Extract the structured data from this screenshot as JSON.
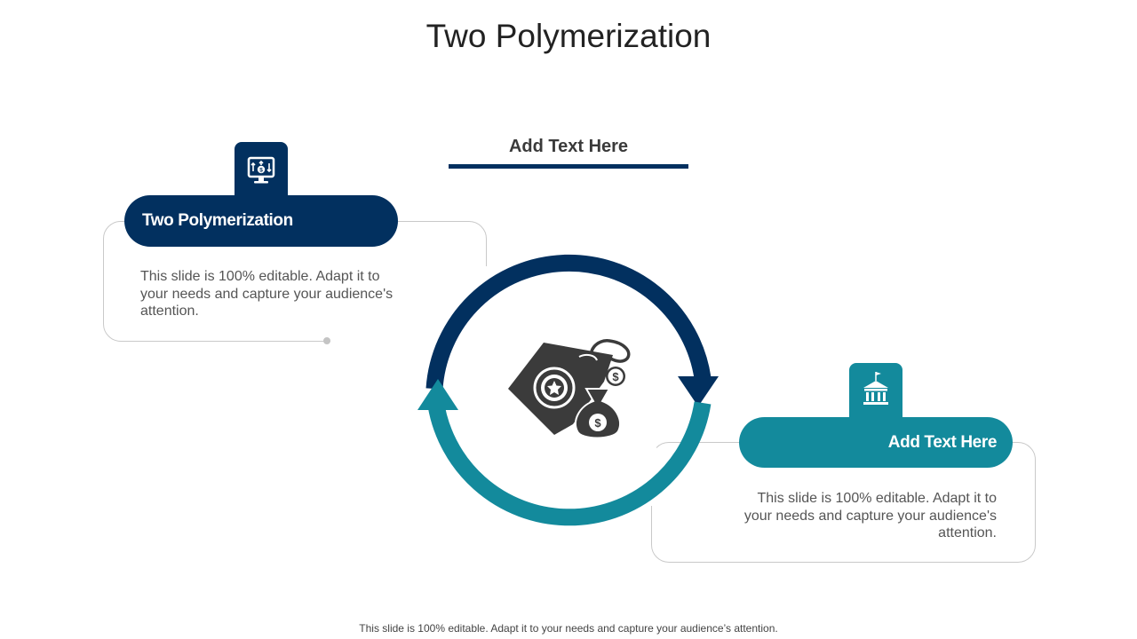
{
  "slide": {
    "title": "Two Polymerization",
    "center_heading": "Add Text Here",
    "footer": "This slide is 100% editable. Adapt it to your needs and capture your audience’s attention."
  },
  "left_card": {
    "label": "Two Polymerization",
    "body": "This slide is 100% editable. Adapt it to your needs and capture your audience's attention.",
    "icon": "monitor-dollar-icon",
    "color": "#02305f"
  },
  "right_card": {
    "label": "Add Text Here",
    "body": "This slide is 100% editable. Adapt it to your needs and capture your audience's attention.",
    "icon": "bank-building-icon",
    "color": "#138a9c"
  },
  "cycle": {
    "top_arrow_color": "#02305f",
    "bottom_arrow_color": "#138a9c",
    "center_icon": "price-tag-money-bag-icon",
    "icon_color": "#3b3b3b"
  }
}
